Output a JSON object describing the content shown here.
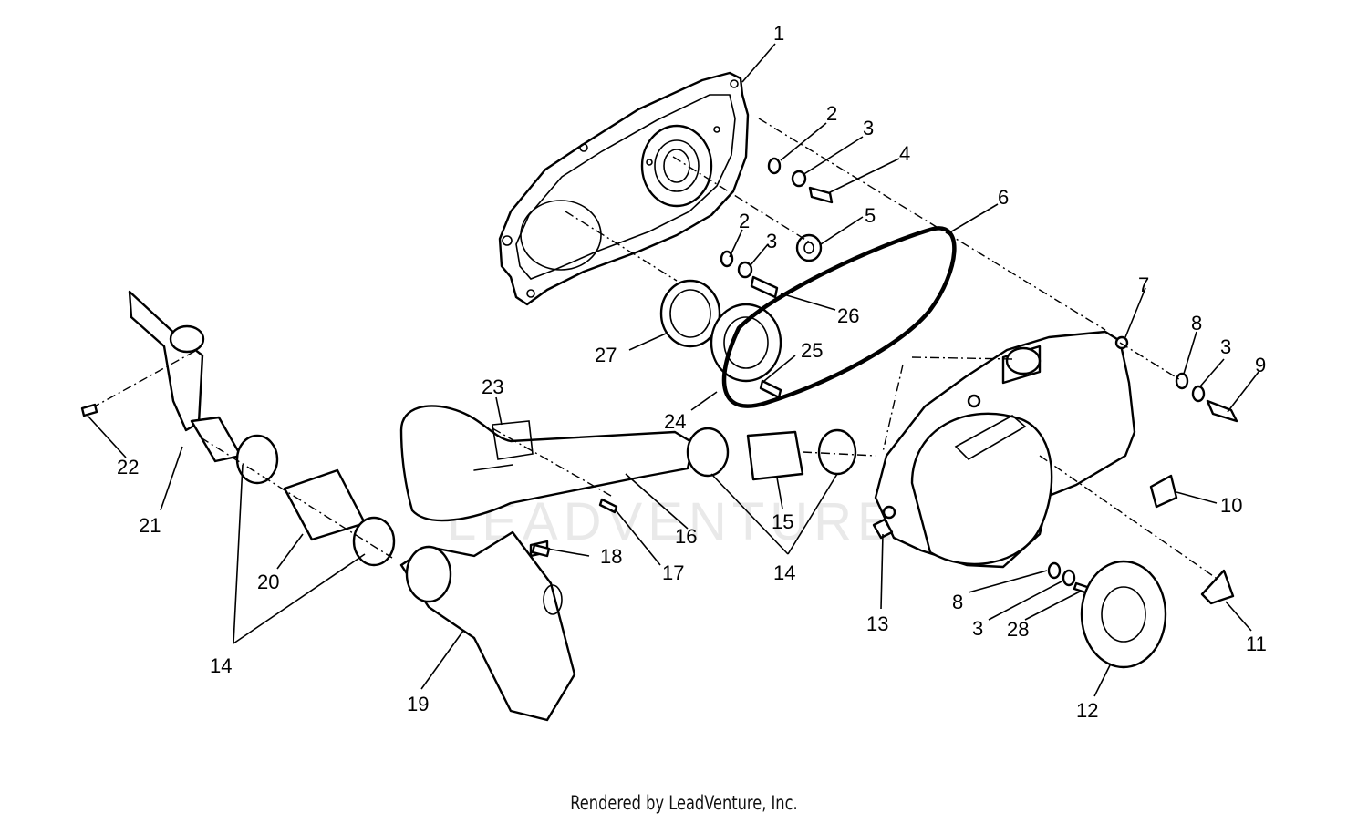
{
  "watermark": "LEADVENTURE",
  "footer": "Rendered by LeadVenture, Inc.",
  "callouts": [
    {
      "id": "c1",
      "label": "1"
    },
    {
      "id": "c2a",
      "label": "2"
    },
    {
      "id": "c3a",
      "label": "3"
    },
    {
      "id": "c4",
      "label": "4"
    },
    {
      "id": "c5",
      "label": "5"
    },
    {
      "id": "c6",
      "label": "6"
    },
    {
      "id": "c2b",
      "label": "2"
    },
    {
      "id": "c3b",
      "label": "3"
    },
    {
      "id": "c26",
      "label": "26"
    },
    {
      "id": "c27",
      "label": "27"
    },
    {
      "id": "c25",
      "label": "25"
    },
    {
      "id": "c24",
      "label": "24"
    },
    {
      "id": "c23",
      "label": "23"
    },
    {
      "id": "c7",
      "label": "7"
    },
    {
      "id": "c8a",
      "label": "8"
    },
    {
      "id": "c3c",
      "label": "3"
    },
    {
      "id": "c9",
      "label": "9"
    },
    {
      "id": "c10",
      "label": "10"
    },
    {
      "id": "c11",
      "label": "11"
    },
    {
      "id": "c12",
      "label": "12"
    },
    {
      "id": "c28",
      "label": "28"
    },
    {
      "id": "c3d",
      "label": "3"
    },
    {
      "id": "c8b",
      "label": "8"
    },
    {
      "id": "c13",
      "label": "13"
    },
    {
      "id": "c14a",
      "label": "14"
    },
    {
      "id": "c15",
      "label": "15"
    },
    {
      "id": "c16",
      "label": "16"
    },
    {
      "id": "c17",
      "label": "17"
    },
    {
      "id": "c18",
      "label": "18"
    },
    {
      "id": "c19",
      "label": "19"
    },
    {
      "id": "c20",
      "label": "20"
    },
    {
      "id": "c14b",
      "label": "14"
    },
    {
      "id": "c21",
      "label": "21"
    },
    {
      "id": "c22",
      "label": "22"
    }
  ]
}
